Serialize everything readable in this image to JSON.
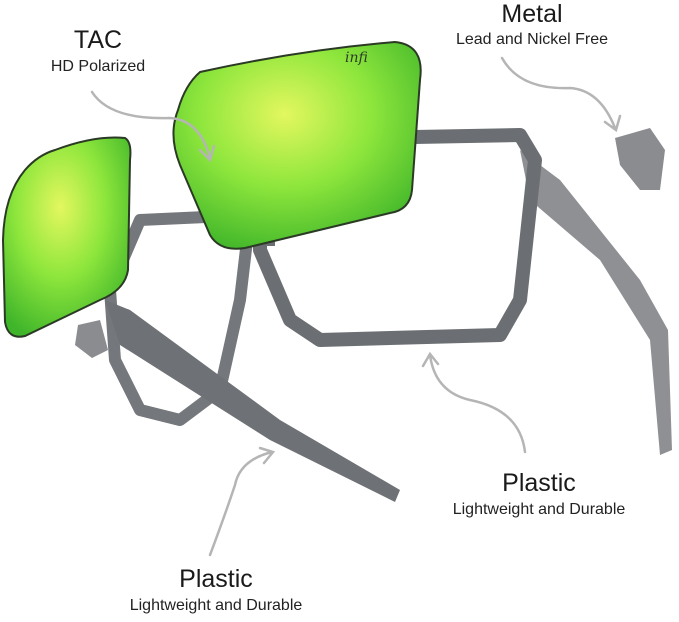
{
  "callouts": {
    "tac": {
      "title": "TAC",
      "subtitle": "HD Polarized"
    },
    "metal": {
      "title": "Metal",
      "subtitle": "Lead and Nickel Free"
    },
    "plastic_right": {
      "title": "Plastic",
      "subtitle": "Lightweight and Durable"
    },
    "plastic_bottom": {
      "title": "Plastic",
      "subtitle": "Lightweight and Durable"
    }
  },
  "logo": "infi",
  "colors": {
    "lens": "#7ee03a",
    "lens_center": "#d8f55a",
    "frame": "#6b6e72",
    "arrow": "#b5b5b5"
  }
}
